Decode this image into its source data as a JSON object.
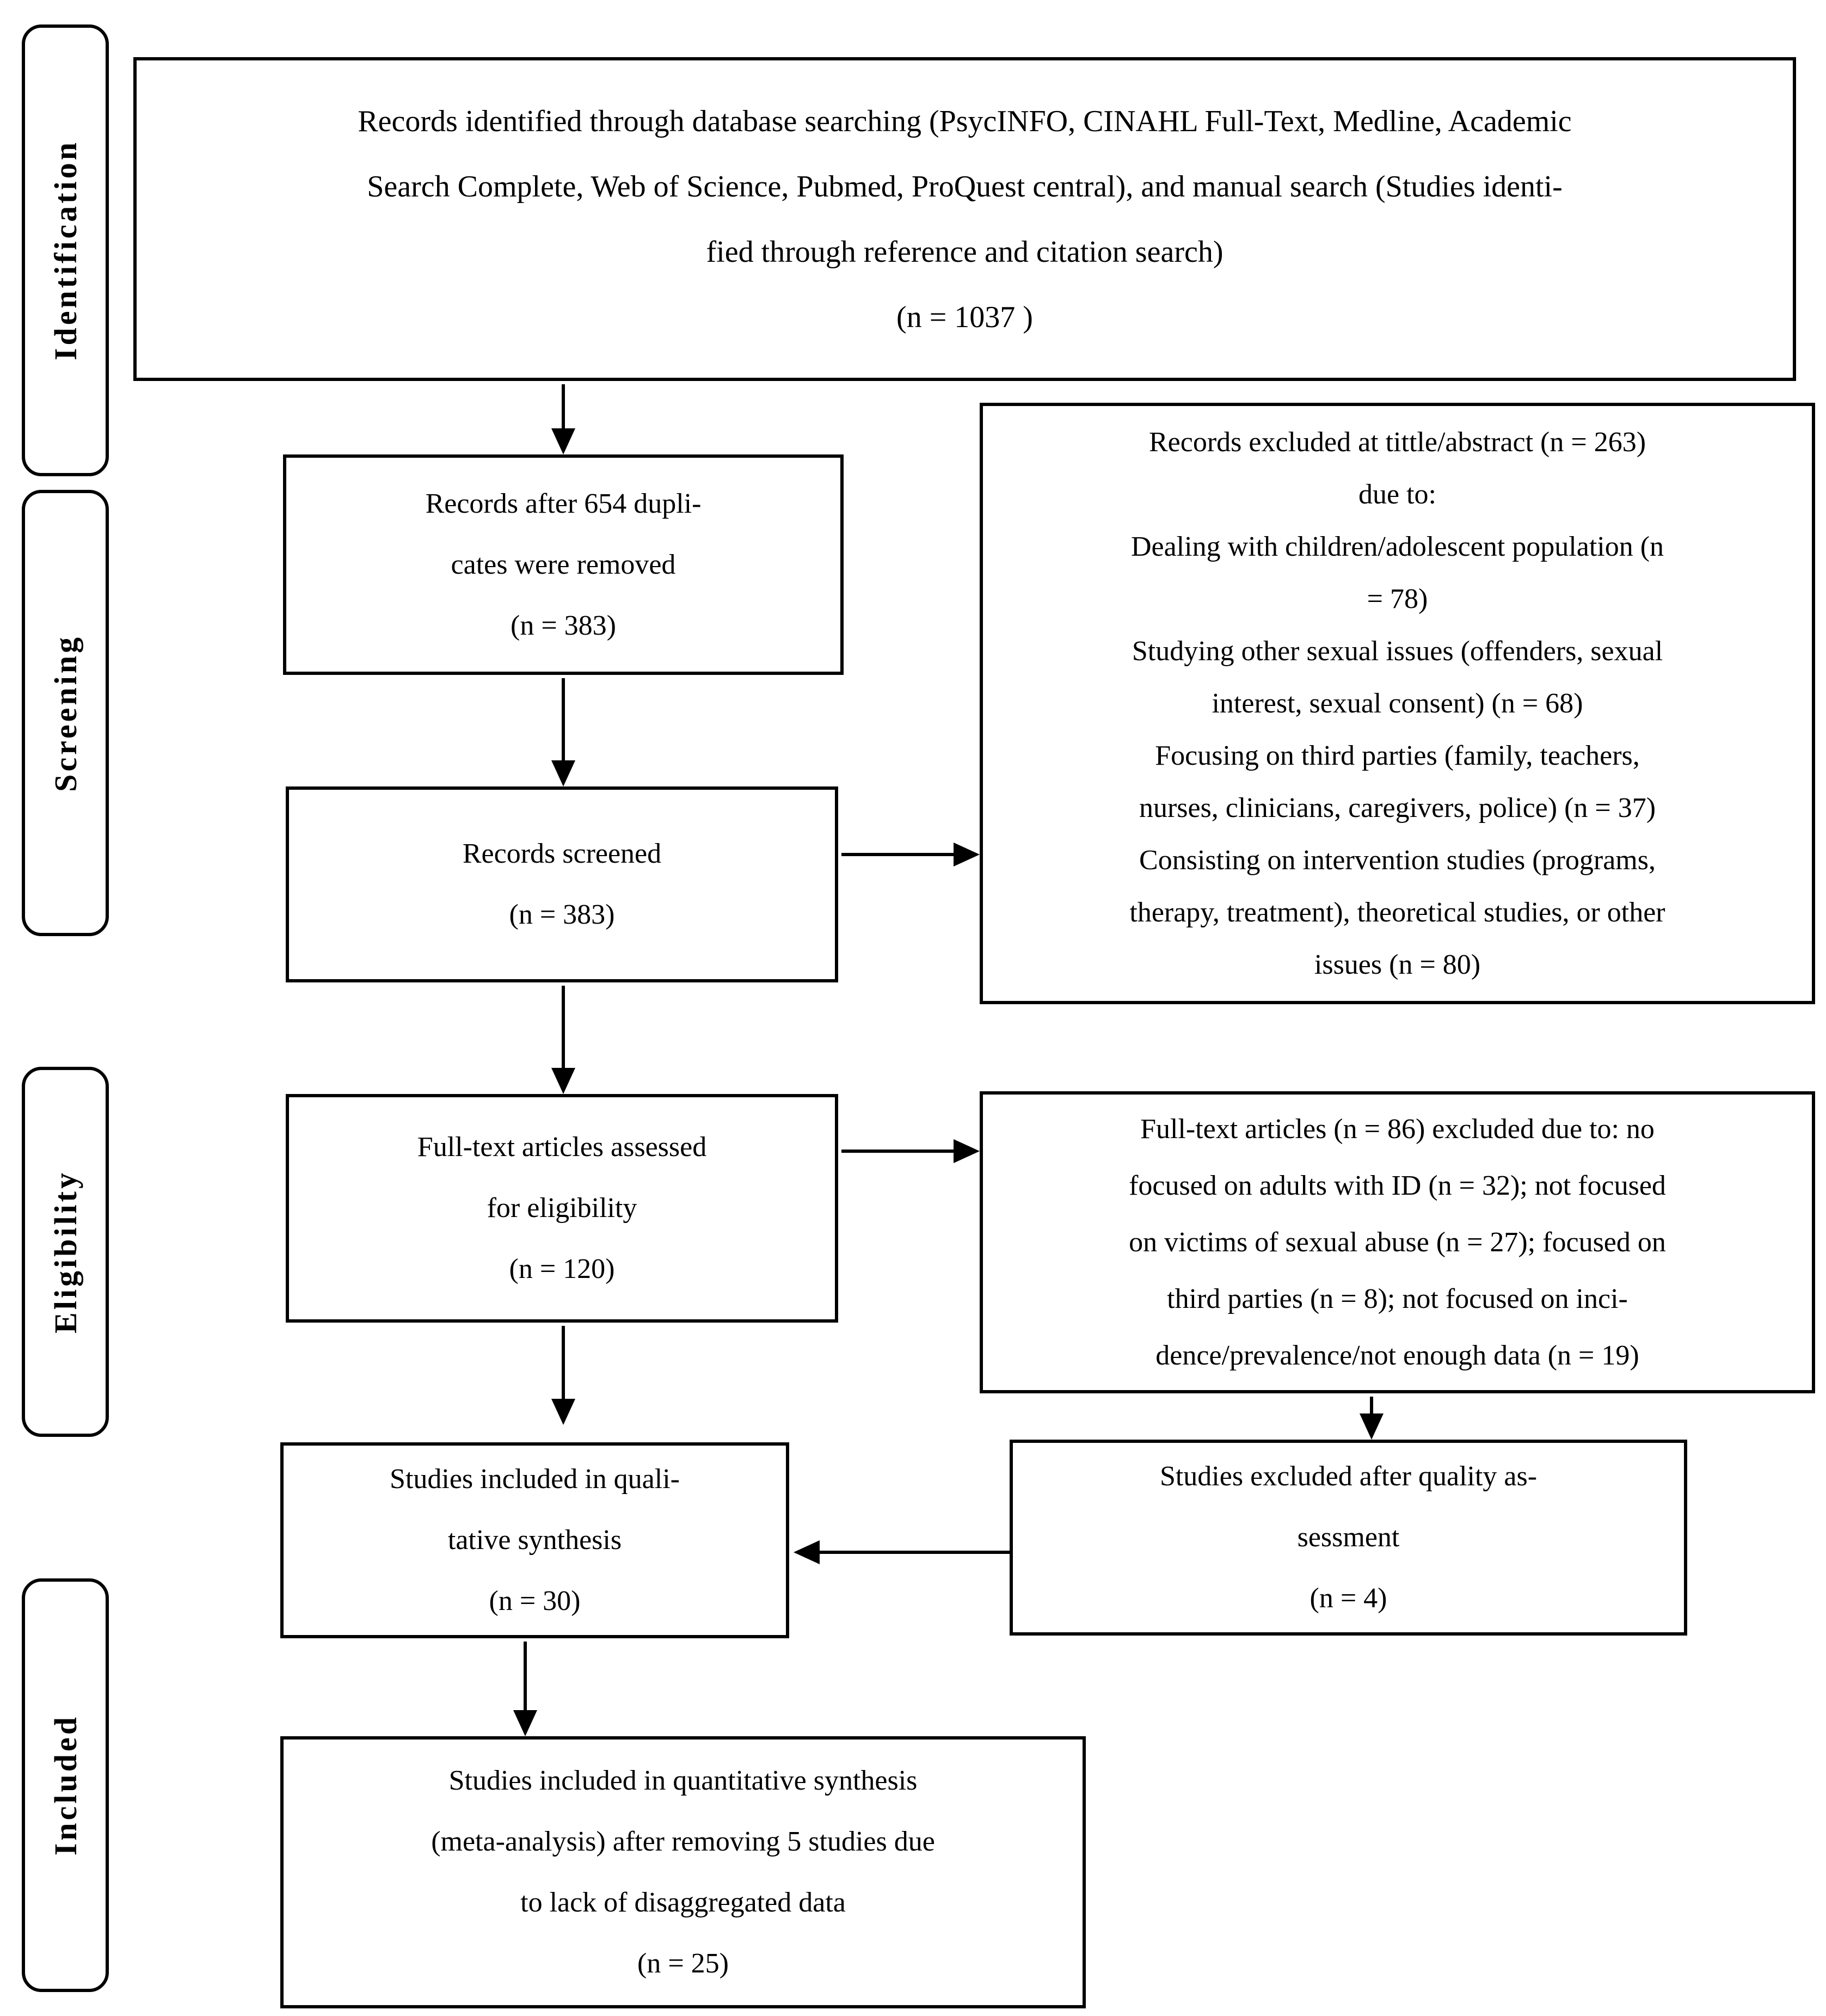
{
  "figure": {
    "side_labels": [
      "Identification",
      "Screening",
      "Eligibility",
      "Included"
    ],
    "boxes": {
      "identified": "Records identified through database searching (PsycINFO, CINAHL Full-Text, Medline, Academic\nSearch Complete, Web of Science, Pubmed, ProQuest central), and manual search (Studies identi-\nfied through reference and citation search)\n(n = 1037 )",
      "duplicates": "Records after 654 dupli-\ncates were removed\n(n = 383)",
      "screened": "Records screened\n(n = 383)",
      "fulltext": "Full-text articles assessed\nfor eligibility\n(n = 120)",
      "qualitative": "Studies included in quali-\ntative synthesis\n(n = 30)",
      "quantitative": "Studies included in quantitative synthesis\n(meta-analysis) after removing 5 studies due\nto lack of disaggregated data\n(n = 25)",
      "excluded_title_abstract": "Records excluded at tittle/abstract (n = 263)\ndue to:\nDealing with children/adolescent population (n\n= 78)\nStudying other sexual issues (offenders, sexual\ninterest, sexual consent) (n = 68)\nFocusing on third parties (family, teachers,\nnurses, clinicians, caregivers, police) (n = 37)\nConsisting on intervention studies (programs,\ntherapy, treatment), theoretical studies, or other\nissues (n = 80)",
      "excluded_fulltext": "Full-text articles (n = 86) excluded due to: no\nfocused on adults with ID (n = 32); not focused\non victims of sexual abuse (n = 27); focused on\nthird parties (n = 8); not focused on inci-\ndence/prevalence/not enough data (n = 19)",
      "excluded_quality": "Studies excluded after quality as-\nsessment\n(n = 4)"
    },
    "colors": {
      "line": "#000000",
      "background": "#ffffff",
      "text": "#000000"
    }
  }
}
